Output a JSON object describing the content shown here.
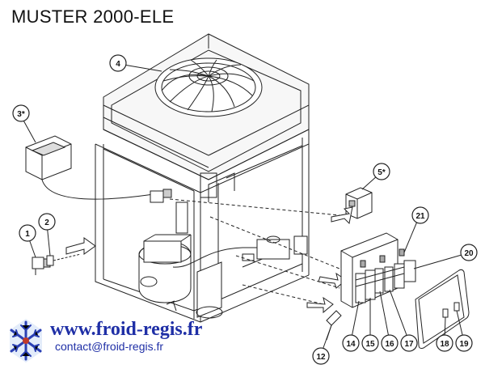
{
  "title": "MUSTER 2000-ELE",
  "callouts": [
    "1",
    "2",
    "3*",
    "4",
    "5*",
    "12",
    "14",
    "15",
    "16",
    "17",
    "18",
    "19",
    "20",
    "21"
  ],
  "brand": {
    "url": "www.froid-regis.fr",
    "email": "contact@froid-regis.fr",
    "logo_icon": "snowflake-icon",
    "url_color": "#1f2fa6"
  }
}
